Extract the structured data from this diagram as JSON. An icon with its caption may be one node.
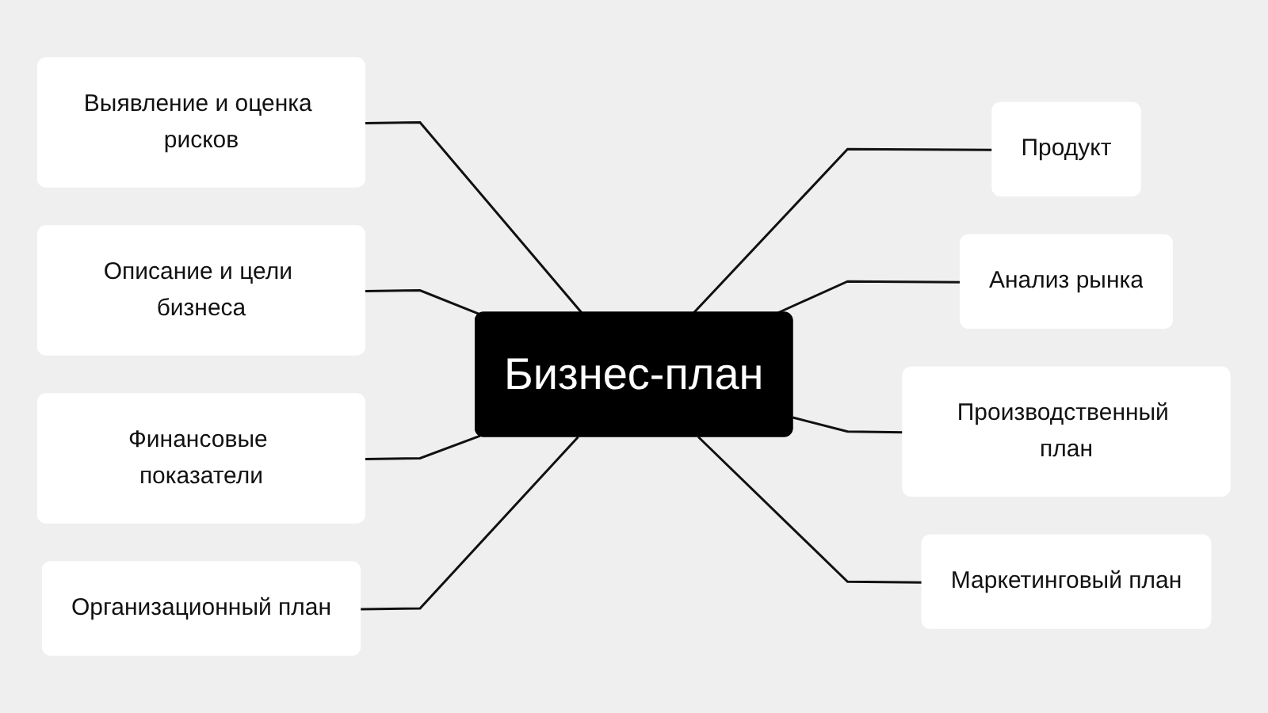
{
  "diagram": {
    "nodes": [
      {
        "text": [
          "Выявление и оценка рисков"
        ]
      },
      {
        "text": [
          "Описание и цели бизнеса"
        ]
      },
      {
        "text": [
          "Продукт"
        ]
      },
      {
        "text": [
          "Финансовые показатели"
        ]
      },
      {
        "text": [
          "Бизнес-план"
        ]
      },
      {
        "text": [
          "Анализ рынка"
        ]
      },
      {
        "text": [
          "Организационный план"
        ]
      },
      {
        "text": [
          "Производственный план"
        ]
      },
      {
        "text": [
          "Маркетинговый план"
        ]
      }
    ],
    "edges": [
      {
        "from": 0,
        "to": 4,
        "arrow": "none"
      },
      {
        "from": 1,
        "to": 4,
        "arrow": "none"
      },
      {
        "from": 4,
        "to": 2,
        "arrow": "none"
      },
      {
        "from": 3,
        "to": 4,
        "arrow": "none"
      },
      {
        "from": 4,
        "to": 5,
        "arrow": "none"
      },
      {
        "from": 6,
        "to": 4,
        "arrow": "none"
      },
      {
        "from": 4,
        "to": 7,
        "arrow": "none"
      },
      {
        "from": 4,
        "to": 8,
        "arrow": "none"
      }
    ]
  }
}
